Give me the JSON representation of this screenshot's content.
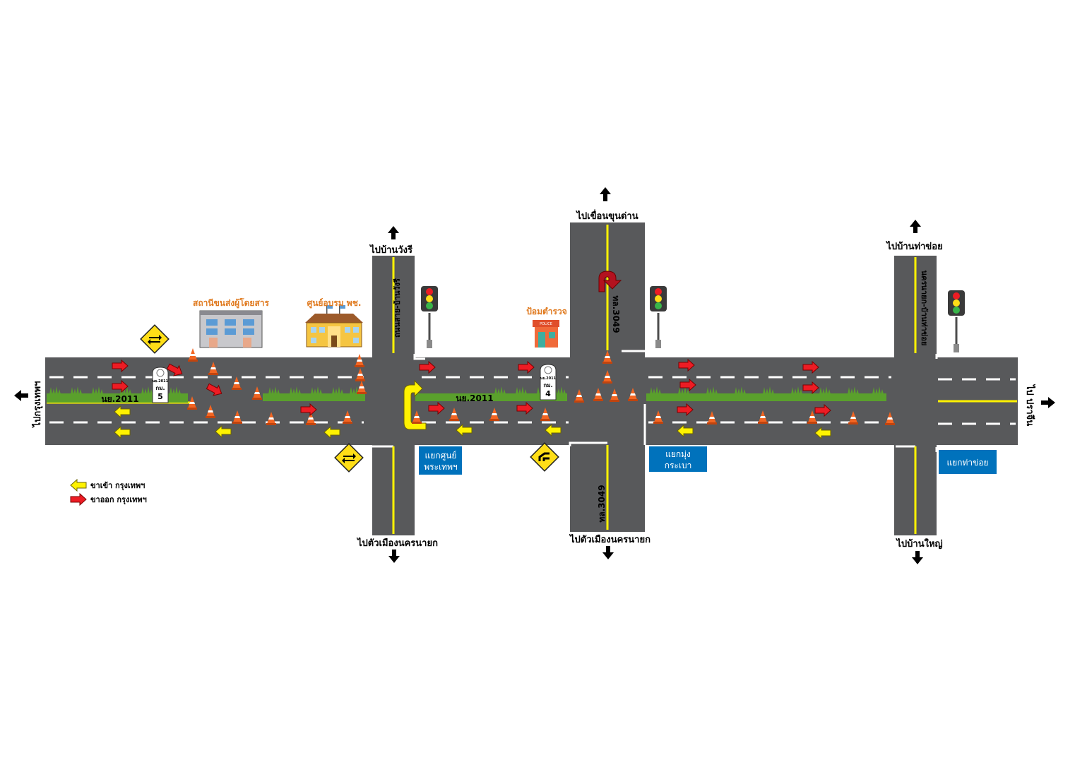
{
  "directions": {
    "left": "ไปกรุงเทพฯ",
    "right": "ไป ปราจีน",
    "wang_ri": "ไปบ้านวังรี",
    "khun_dan": "ไปเขื่อนขุนด่าน",
    "tha_khoi": "ไปบ้านท่าข่อย",
    "nakhon_nayok_1": "ไปตัวเมืองนครนายก",
    "nakhon_nayok_2": "ไปตัวเมืองนครนายก",
    "ban_yai": "ไปบ้านใหญ่"
  },
  "places": {
    "bus_station": "สถานีขนส่งผู้โดยสาร",
    "training_center": "ศูนย์อบรม พช.",
    "police_box": "ป้อมตำรวจ",
    "police_sign": "POLICE"
  },
  "roads": {
    "main_1": "นย.2011",
    "main_2": "นย.2011",
    "route_3049_top": "ทล.3049",
    "route_3049_bottom": "ทล.3049",
    "side_road_1": "ถนนสาย-บ้านวังรี",
    "side_road_2": "นครนายก-บ้านท่าข่อย"
  },
  "km_posts": {
    "post_1": {
      "road": "นย.2011",
      "unit": "กม.",
      "number": "5"
    },
    "post_2": {
      "road": "นย.2011",
      "unit": "กม.",
      "number": "4"
    }
  },
  "junctions": {
    "j1_line1": "แยกศูนย์",
    "j1_line2": "พระเทพฯ",
    "j2_line1": "แยกมุ่ง",
    "j2_line2": "กระเบา",
    "j3": "แยกท่าข่อย"
  },
  "legend": {
    "inbound": "ขาเข้า กรุงเทพฯ",
    "outbound": "ขาออก กรุงเทพฯ"
  },
  "colors": {
    "road": "#58595b",
    "lane_white": "#ffffff",
    "center_yellow": "#fff200",
    "inbound_arrow": "#fff200",
    "outbound_arrow": "#ed1c24",
    "junction_box": "#0072bc",
    "grass": "#5aa02c",
    "cone": "#f26522",
    "sign_yellow": "#ffde17",
    "building_label": "#e07a1f"
  }
}
